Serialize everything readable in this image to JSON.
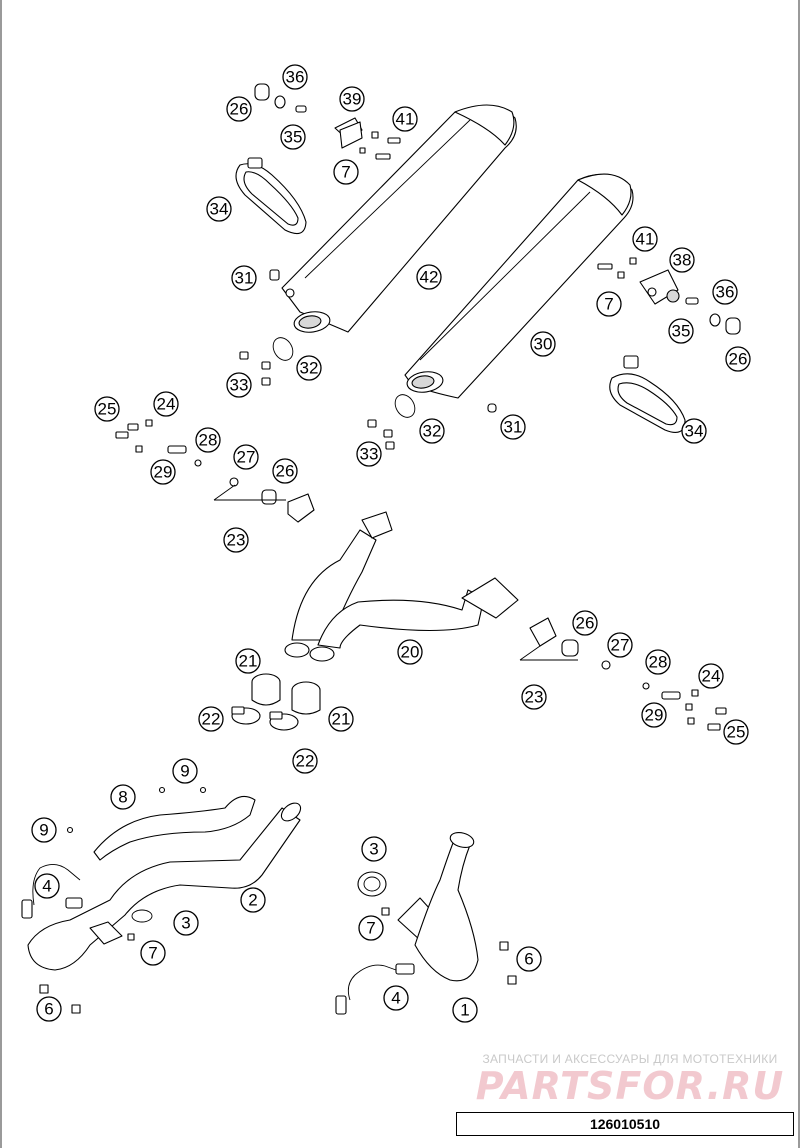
{
  "watermark": {
    "tagline": "ЗАПЧАСТИ И АКСЕССУАРЫ ДЛЯ МОТОТЕХНИКИ",
    "brand": "PARTSFOR.RU"
  },
  "drawing_number": "126010510",
  "callouts": {
    "c36a": "36",
    "c26a": "26",
    "c35a": "35",
    "c39": "39",
    "c41a": "41",
    "c7a": "7",
    "c34a": "34",
    "c31a": "31",
    "c42": "42",
    "c32a": "32",
    "c33a": "33",
    "c41b": "41",
    "c38": "38",
    "c7b": "7",
    "c36b": "36",
    "c35b": "35",
    "c26b": "26",
    "c30": "30",
    "c34b": "34",
    "c31b": "31",
    "c32b": "32",
    "c33b": "33",
    "c25a": "25",
    "c24a": "24",
    "c28a": "28",
    "c29a": "29",
    "c27a": "27",
    "c26c": "26",
    "c23a": "23",
    "c26d": "26",
    "c27b": "27",
    "c23b": "23",
    "c28b": "28",
    "c24b": "24",
    "c29b": "29",
    "c25b": "25",
    "c20": "20",
    "c21a": "21",
    "c22a": "22",
    "c21b": "21",
    "c22b": "22",
    "c9a": "9",
    "c8": "8",
    "c9b": "9",
    "c4a": "4",
    "c2": "2",
    "c3a": "3",
    "c7c": "7",
    "c6a": "6",
    "c3b": "3",
    "c7d": "7",
    "c6b": "6",
    "c4b": "4",
    "c1": "1"
  }
}
